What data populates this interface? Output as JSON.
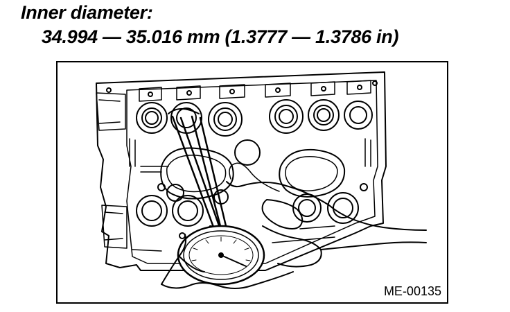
{
  "spec": {
    "label": "Inner diameter:",
    "value": "34.994 — 35.016 mm (1.3777 — 1.3786 in)"
  },
  "figure": {
    "id": "ME-00135"
  }
}
